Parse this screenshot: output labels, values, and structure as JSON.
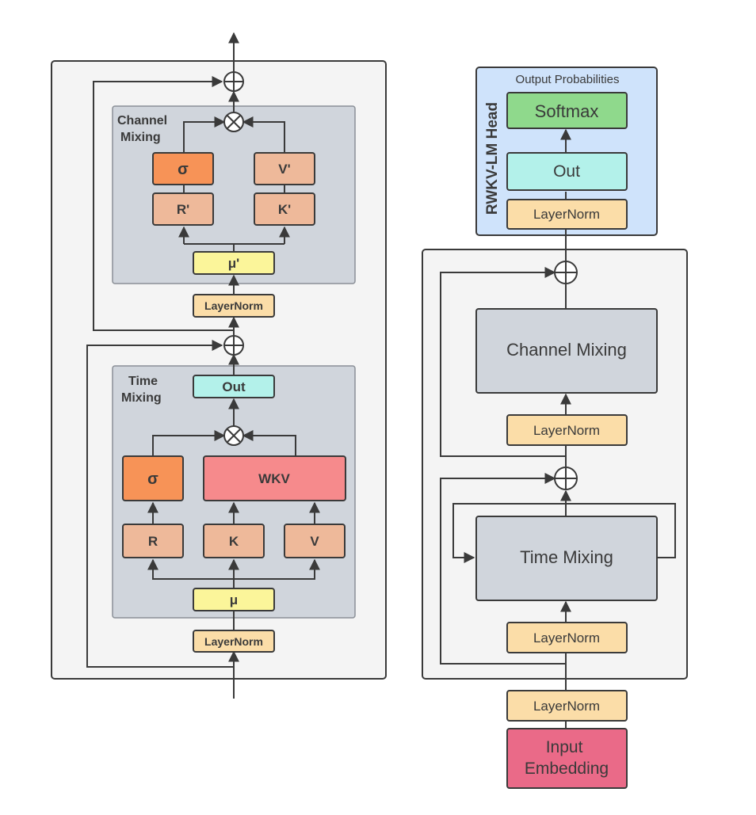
{
  "left": {
    "channel_mixing_title_line1": "Channel",
    "channel_mixing_title_line2": "Mixing",
    "sigma": "σ",
    "v_prime": "V'",
    "r_prime": "R'",
    "k_prime": "K'",
    "mu_prime": "μ'",
    "layernorm_top": "LayerNorm",
    "time_mixing_title_line1": "Time",
    "time_mixing_title_line2": "Mixing",
    "out": "Out",
    "sigma_time": "σ",
    "wkv": "WKV",
    "r": "R",
    "k": "K",
    "v": "V",
    "mu": "μ",
    "layernorm_bottom": "LayerNorm"
  },
  "right": {
    "head_title": "RWKV-LM Head",
    "output_probabilities": "Output Probabilities",
    "softmax": "Softmax",
    "out": "Out",
    "head_layernorm": "LayerNorm",
    "channel_mixing": "Channel Mixing",
    "layernorm_channel": "LayerNorm",
    "time_mixing": "Time Mixing",
    "layernorm_time": "LayerNorm",
    "layernorm_input": "LayerNorm",
    "input_line1": "Input",
    "input_line2": "Embedding"
  },
  "colors": {
    "outer_bg": "#f4f4f4",
    "inner_bg": "#d0d5dc",
    "head_bg": "#cfe3fb",
    "orange": "#f79357",
    "peach": "#eeb99a",
    "yellow": "#fbf59a",
    "layernorm": "#fbdda8",
    "teal": "#b3f1ea",
    "pink_red": "#f68a8c",
    "green": "#8fd98c",
    "input": "#ea6a88",
    "stroke": "#3a3a3a"
  }
}
